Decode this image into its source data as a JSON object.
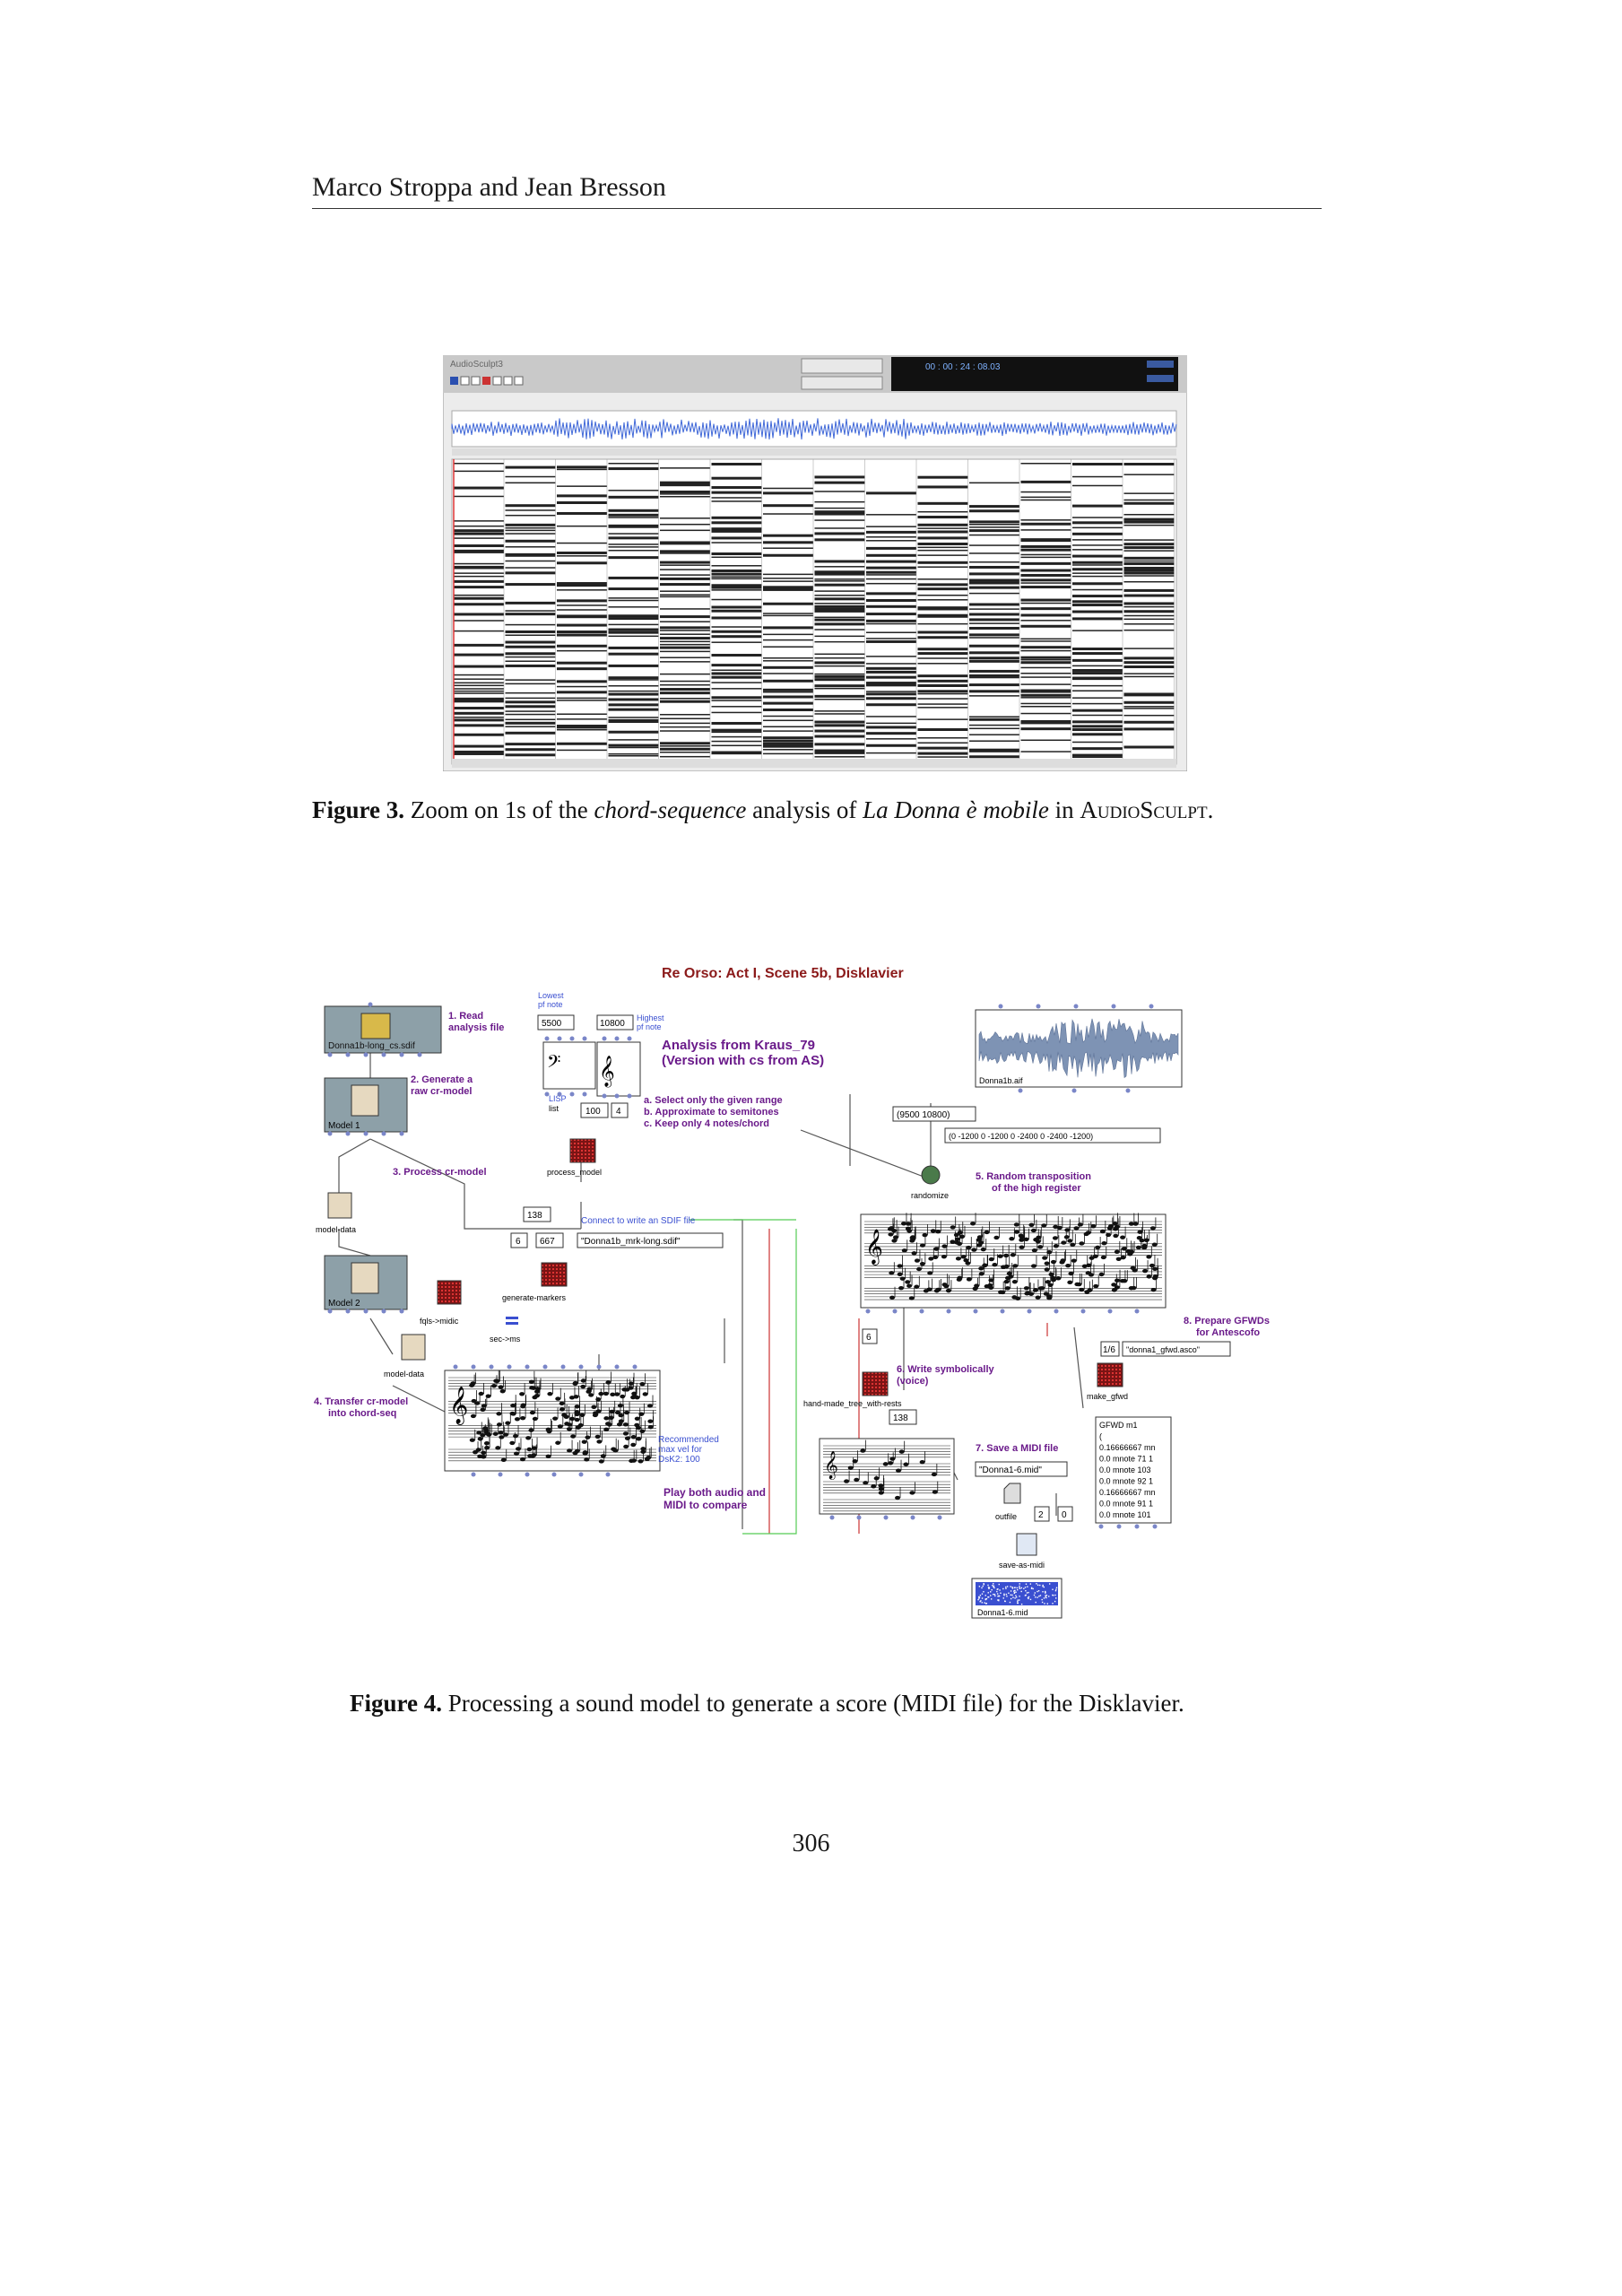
{
  "header": {
    "authors": "Marco Stroppa and Jean Bresson"
  },
  "figure3": {
    "app_title": "AudioSculpt3",
    "time_display": "00 : 00 : 24 : 08.03",
    "caption": {
      "label": "Figure 3.",
      "t1": "Zoom on 1s of the ",
      "i1": "chord-sequence",
      "t2": " analysis of ",
      "i2": "La Donna è mobile",
      "t3": " in ",
      "sc": "AudioSculpt",
      "t4": "."
    }
  },
  "figure4": {
    "title": "Re Orso: Act I, Scene 5b, Disklavier",
    "boxes": {
      "sdif_file": "Donna1b-long_cs.sdif",
      "model1": "Model 1",
      "model2": "Model 2",
      "model_data": "model-data",
      "model_data2": "model-data",
      "fqls_midic": "fqls->midic",
      "sec_ms": "sec->ms",
      "generate_markers": "generate-markers",
      "process_model": "process_model",
      "randomize": "randomize",
      "donna_aif": "Donna1b.aif",
      "lowest": "Lowest\npf note",
      "highest": "Highest\npf note",
      "val_5500": "5500",
      "val_10800": "10800",
      "lisp": "LISP",
      "list": "list",
      "val_100": "100",
      "val_4": "4",
      "val_138": "138",
      "val_6": "6",
      "val_667": "667",
      "mrk_file": "\"Donna1b_mrk-long.sdif\"",
      "range_list": "(9500 10800)",
      "transp_list": "(0 -1200 0 -1200 0 -2400 0 -2400 -1200)",
      "val_6b": "6",
      "val_138b": "138",
      "hand_made": "hand-made_tree_with-rests",
      "midi_name": "\"Donna1-6.mid\"",
      "outfile": "outfile",
      "val_2": "2",
      "val_0": "0",
      "save_as_midi": "save-as-midi",
      "midi_file": "Donna1-6.mid",
      "val_1_6": "1/6",
      "asco_file": "\"donna1_gfwd.asco\"",
      "make_gfwd": "make_gfwd",
      "gfwd_text": [
        "GFWD m1",
        "(",
        "0.16666667 mn",
        "0.0 mnote 71 1",
        "0.0 mnote 103",
        "0.0 mnote 92 1",
        "0.16666667 mn",
        "0.0 mnote 91 1",
        "0.0 mnote 101"
      ]
    },
    "annotations": {
      "a1": "1. Read\nanalysis file",
      "a2": "2. Generate a\nraw cr-model",
      "a3": "3. Process cr-model",
      "a4": "4. Transfer cr-model\ninto chord-seq",
      "a5": "5. Random transposition\nof the high register",
      "a6": "6. Write symbolically\n(voice)",
      "a7": "7. Save a MIDI file",
      "a8": "8. Prepare GFWDs\nfor Antescofo",
      "kraus": "Analysis from Kraus_79\n(Version with cs from AS)",
      "abc": "a. Select only the given range\nb. Approximate to semitones\nc. Keep only 4 notes/chord",
      "sdif_connect": "Connect to write an SDIF file",
      "rec_vel": "Recommended\nmax vel for\nDsK2: 100",
      "play_both": "Play both audio and\nMIDI to compare"
    },
    "caption": {
      "label": "Figure 4.",
      "text": " Processing a sound model to generate a score (MIDI file) for the Disklavier."
    }
  },
  "page_number": "306"
}
